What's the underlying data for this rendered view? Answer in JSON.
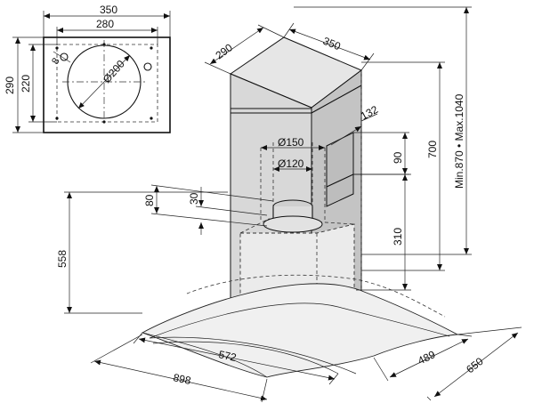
{
  "top_view": {
    "width_outer": "350",
    "width_inner": "280",
    "height_outer": "290",
    "height_inner": "220",
    "hole_diameter": "Ø200",
    "screw_hole": "8"
  },
  "hood_dimensions": {
    "chimney_depth": "290",
    "chimney_width": "350",
    "offset_132": "132",
    "duct_outer": "Ø150",
    "duct_inner": "Ø120",
    "collar_80": "80",
    "collar_30": "30",
    "height_90": "90",
    "height_700": "700",
    "height_range": "Min.870 • Max.1040",
    "height_310": "310",
    "height_558": "558",
    "glass_depth_inner": "572",
    "glass_width": "898",
    "depth_489": "489",
    "depth_650": "650"
  }
}
